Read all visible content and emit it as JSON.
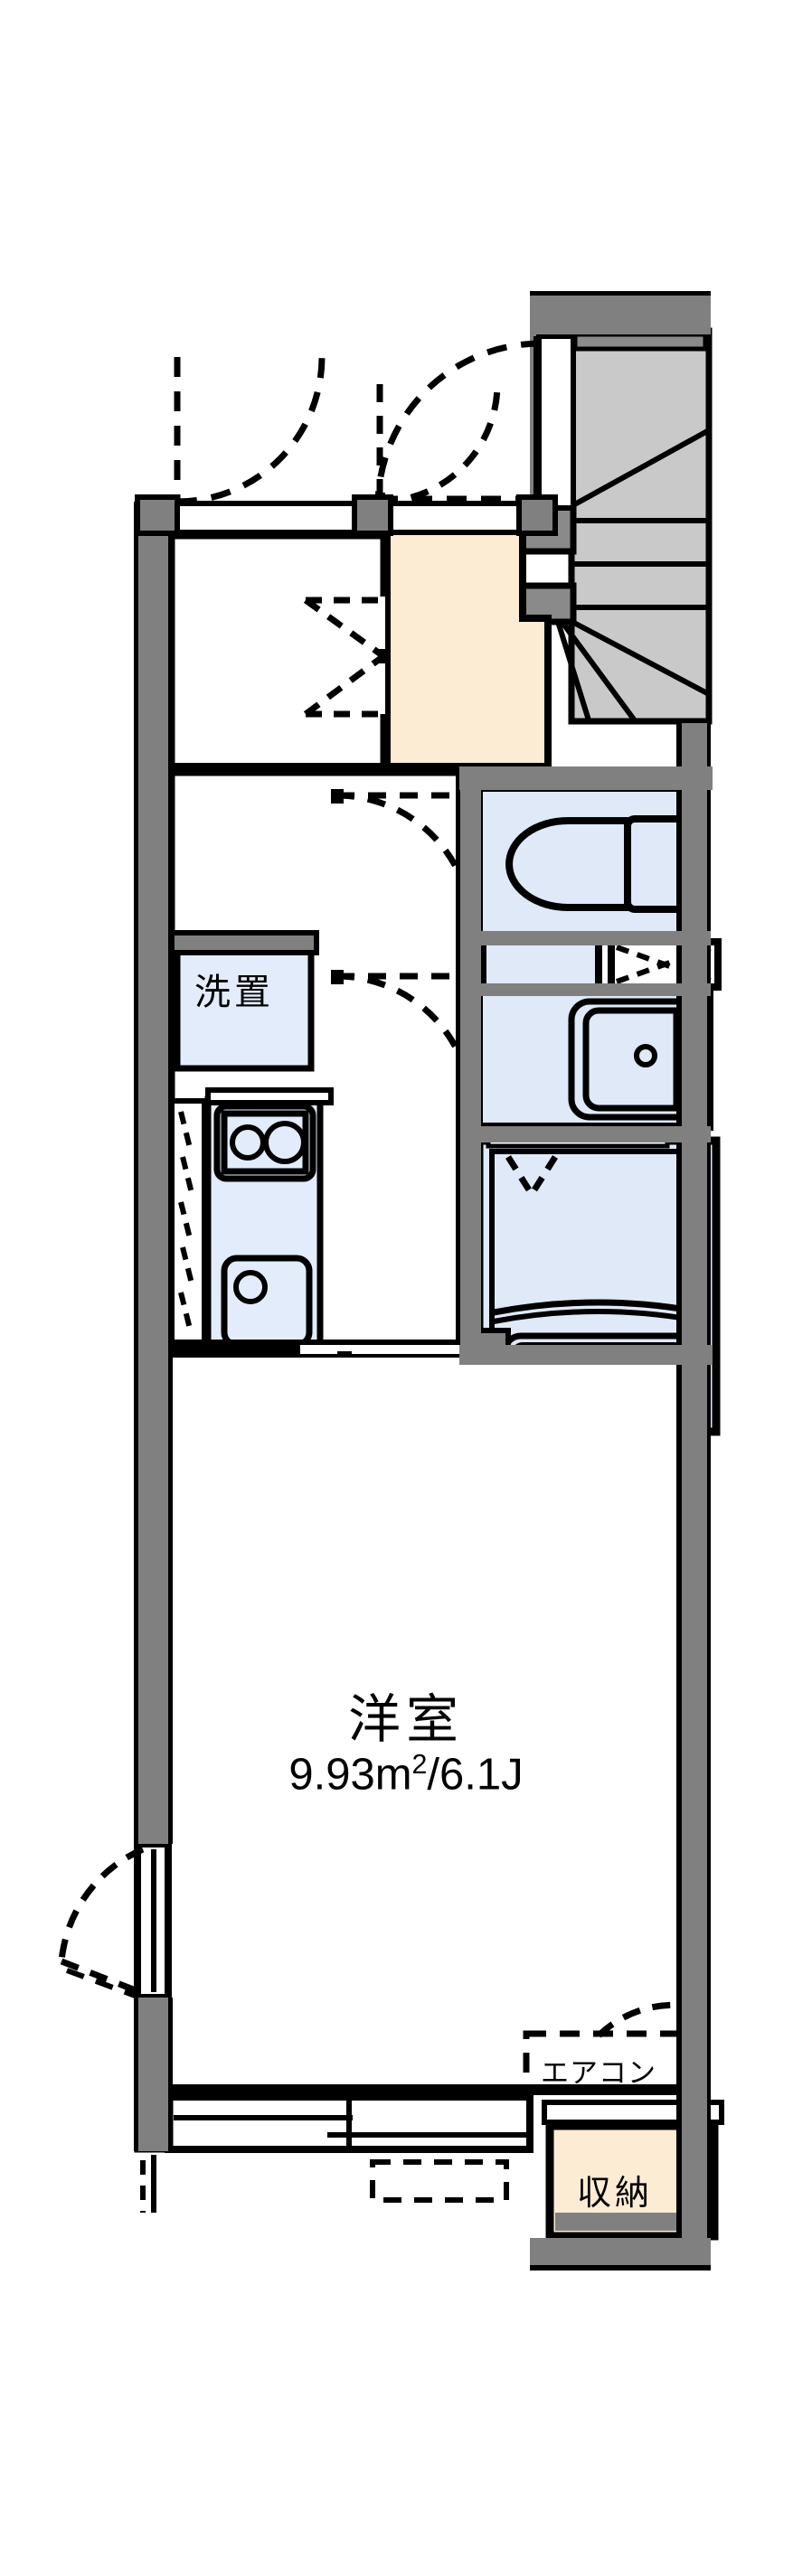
{
  "plan": {
    "type": "apartment-floor-plan",
    "title_visible": false,
    "rooms": [
      {
        "id": "western-room",
        "name": "洋室",
        "area_text": "9.93m²/6.1J",
        "area_sqm": 9.93,
        "area_jo": 6.1,
        "fill": "#ffffff"
      },
      {
        "id": "washer-space",
        "name": "洗置",
        "fill": "#e3ecfa"
      },
      {
        "id": "closet",
        "name": "収納",
        "fill": "#fcecd4"
      },
      {
        "id": "genkan",
        "name": "",
        "fill": "#fcecd4"
      },
      {
        "id": "stairs",
        "name": "",
        "fill": "#c9c9c9"
      }
    ],
    "annotations": [
      {
        "id": "aircon",
        "text": "エアコン",
        "style": "dashed-box"
      }
    ],
    "fixtures": [
      {
        "id": "toilet",
        "label": "toilet-fixture"
      },
      {
        "id": "vanity",
        "label": "washbasin-fixture"
      },
      {
        "id": "bathtub",
        "label": "bathtub-fixture"
      },
      {
        "id": "stove",
        "label": "two-burner-stove"
      },
      {
        "id": "kitchen-sink",
        "label": "kitchen-sink"
      },
      {
        "id": "mirror",
        "label": "mirror"
      }
    ],
    "colors": {
      "wall_outer": "#808080",
      "wall_line": "#000000",
      "water_area": "#dfe9f8",
      "tatami_entry": "#fcecd4",
      "stairs": "#c9c9c9",
      "stairs_dark": "#8a8a8a",
      "floor": "#ffffff"
    },
    "labels": {
      "room_name": "洋室",
      "room_area": "9.93m",
      "room_area_sup": "2",
      "room_area_tail": "/6.1J",
      "washer": "洗置",
      "aircon": "エアコン",
      "closet": "収納"
    }
  }
}
